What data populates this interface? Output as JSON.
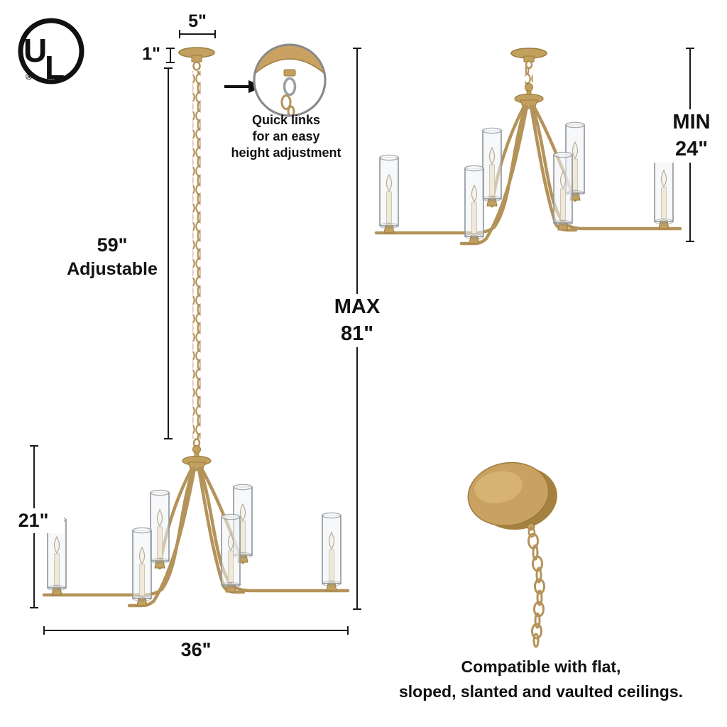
{
  "logo": {
    "u": "U",
    "l": "L",
    "registered": "®"
  },
  "dimensions": {
    "canopy_width": "5\"",
    "canopy_height": "1\"",
    "chain_length": "59\"",
    "chain_note": "Adjustable",
    "max_label": "MAX",
    "max_value": "81\"",
    "min_label": "MIN",
    "min_value": "24\"",
    "fixture_height": "21\"",
    "fixture_width": "36\""
  },
  "callout": {
    "line1": "Quick links",
    "line2": "for an easy",
    "line3": "height adjustment"
  },
  "footer": {
    "line1": "Compatible with flat,",
    "line2": "sloped, slanted and vaulted ceilings."
  },
  "colors": {
    "gold": "#b4935a",
    "gold_fill": "#c2a05e",
    "gold_dark": "#9c7a3e",
    "gold_light": "#d9b677",
    "line": "#1a1a1a",
    "glass": "#8e959b"
  }
}
